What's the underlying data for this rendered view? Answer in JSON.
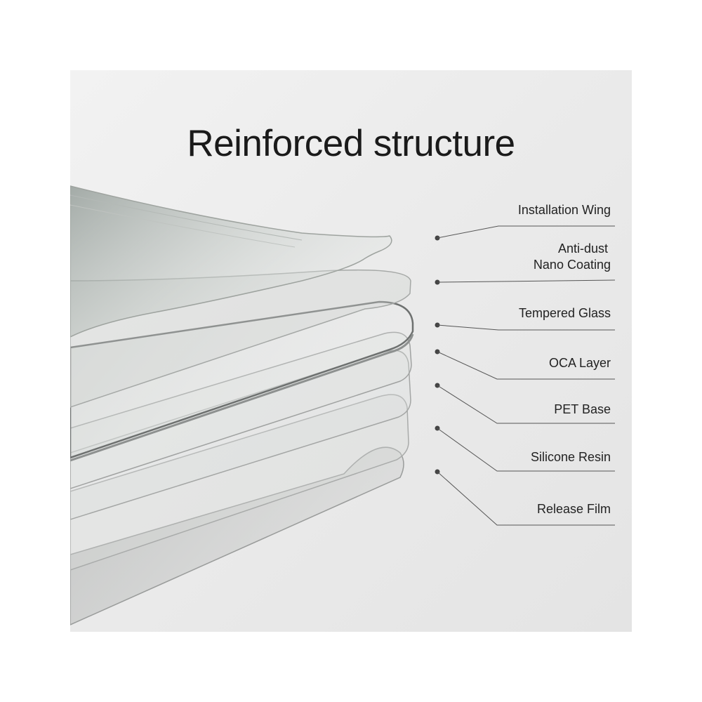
{
  "title": "Reinforced structure",
  "layers": [
    {
      "label_line1": "Installation Wing",
      "label_line2": ""
    },
    {
      "label_line1": "Anti-dust",
      "label_line2": "Nano Coating"
    },
    {
      "label_line1": "Tempered Glass",
      "label_line2": ""
    },
    {
      "label_line1": "OCA Layer",
      "label_line2": ""
    },
    {
      "label_line1": "PET Base",
      "label_line2": ""
    },
    {
      "label_line1": "Silicone Resin",
      "label_line2": ""
    },
    {
      "label_line1": "Release Film",
      "label_line2": ""
    }
  ]
}
